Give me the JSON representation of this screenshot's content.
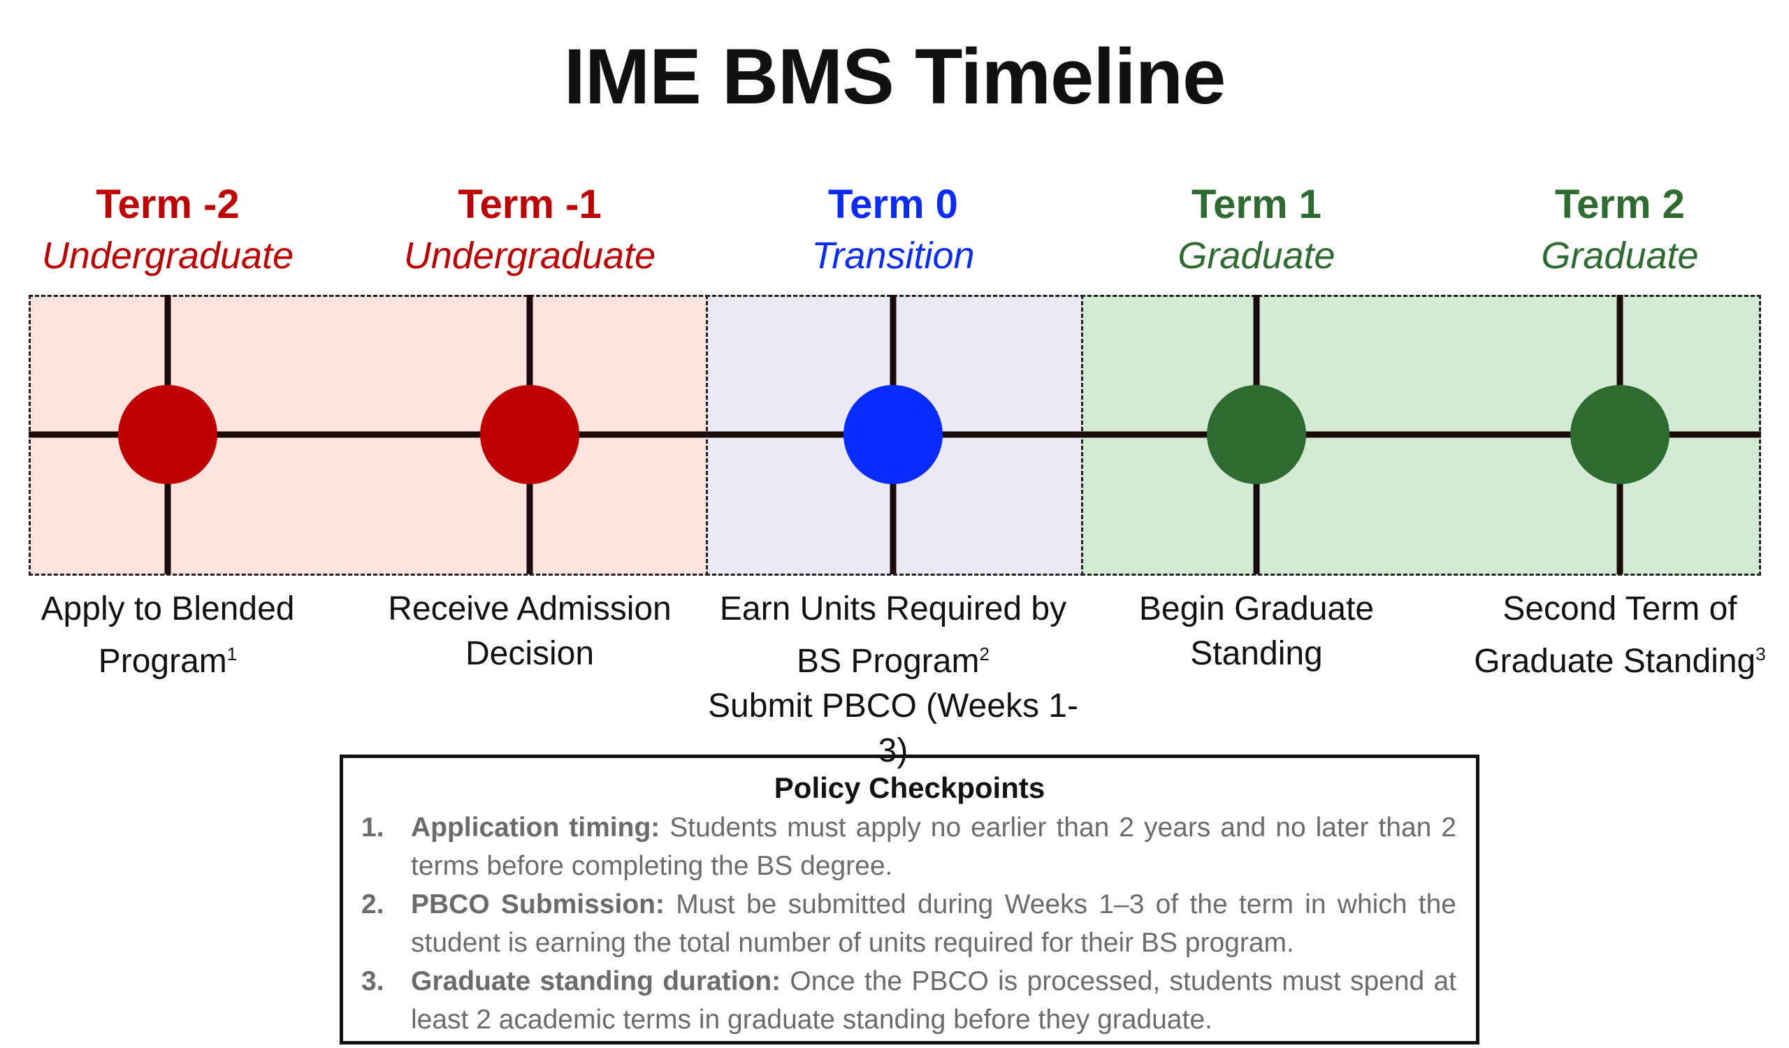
{
  "title": "IME BMS Timeline",
  "colors": {
    "undergrad": "#c00000",
    "transition": "#0a2bff",
    "graduate": "#2e6b30",
    "undergrad_bg": "#fde4dc",
    "transition_bg": "#ebe9f5",
    "graduate_bg": "#d4ebd3"
  },
  "terms": [
    {
      "term": "Term -2",
      "phase": "Undergraduate",
      "label_lines": [
        "Apply to Blended",
        "Program"
      ],
      "sup": "1"
    },
    {
      "term": "Term -1",
      "phase": "Undergraduate",
      "label_lines": [
        "Receive Admission",
        "Decision"
      ],
      "sup": ""
    },
    {
      "term": "Term 0",
      "phase": "Transition",
      "label_lines": [
        "Earn Units Required by",
        "BS Program",
        "Submit PBCO (Weeks 1-3)"
      ],
      "sup": "2"
    },
    {
      "term": "Term 1",
      "phase": "Graduate",
      "label_lines": [
        "Begin Graduate",
        "Standing"
      ],
      "sup": ""
    },
    {
      "term": "Term 2",
      "phase": "Graduate",
      "label_lines": [
        "Second Term of",
        "Graduate Standing"
      ],
      "sup": "3"
    }
  ],
  "policy": {
    "title": "Policy Checkpoints",
    "items": [
      {
        "num": "1.",
        "heading": "Application timing:",
        "text": " Students must apply no earlier than 2 years and no later than 2 terms before completing the BS degree."
      },
      {
        "num": "2.",
        "heading": "PBCO Submission:",
        "text": " Must be submitted during Weeks 1–3 of the term in which the student is earning the total number of units required for their BS program."
      },
      {
        "num": "3.",
        "heading": "Graduate standing duration:",
        "text": " Once the PBCO is processed, students must spend at least 2 academic terms in graduate standing before they graduate."
      }
    ]
  }
}
